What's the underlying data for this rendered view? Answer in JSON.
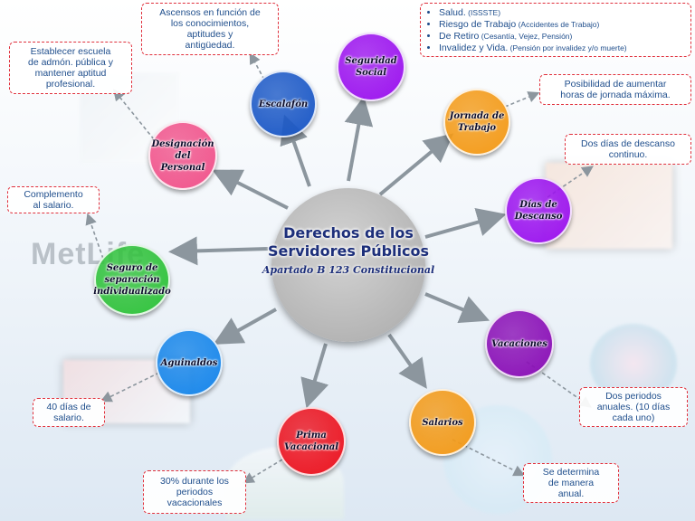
{
  "center": {
    "title": "Derechos de los\nServidores Públicos",
    "subtitle": "Apartado B 123 Constitucional"
  },
  "watermark": "MetLife",
  "nodes": [
    {
      "id": "seguridad-social",
      "label": "Seguridad\nSocial",
      "color": "#9b13ee"
    },
    {
      "id": "jornada-trabajo",
      "label": "Jornada de\nTrabajo",
      "color": "#f39a18"
    },
    {
      "id": "dias-descanso",
      "label": "Días de\nDescanso",
      "color": "#9b13ee"
    },
    {
      "id": "vacaciones",
      "label": "Vacaciones",
      "color": "#8a0fb6"
    },
    {
      "id": "salarios",
      "label": "Salarios",
      "color": "#f39a18"
    },
    {
      "id": "prima-vacacional",
      "label": "Prima\nVacacional",
      "color": "#ec1420"
    },
    {
      "id": "aguinaldos",
      "label": "Aguinaldos",
      "color": "#1786ea"
    },
    {
      "id": "seguro-separacion",
      "label": "Seguro de\nseparación\nindividualizado",
      "color": "#30c23b"
    },
    {
      "id": "designacion-personal",
      "label": "Designación\ndel Personal",
      "color": "#f0538b"
    },
    {
      "id": "escalafon",
      "label": "Escalafón",
      "color": "#1b58c6"
    }
  ],
  "notes": {
    "escalafon": "Ascensos en función de\nlos conocimientos,\naptitudes y\nantigüedad.",
    "designacion": "Establecer escuela\nde admón. pública y\nmantener aptitud\nprofesional.",
    "jornada": "Posibilidad de aumentar\nhoras de jornada máxima.",
    "descanso": "Dos días de descanso\ncontinuo.",
    "separacion": "Complemento\nal salario.",
    "aguinaldos": "40 días de\nsalario.",
    "vacaciones": "Dos periodos\nanuales. (10 días\ncada uno)",
    "prima": "30% durante los\nperiodos\nvacacionales",
    "salarios": "Se determina\nde manera\nanual."
  },
  "seguridad_list": [
    {
      "term": "Salud.",
      "detail": " (ISSSTE)"
    },
    {
      "term": "Riesgo de Trabajo",
      "detail": " (Accidentes de Trabajo)"
    },
    {
      "term": "De Retiro",
      "detail": " (Cesantía, Vejez, Pensión)"
    },
    {
      "term": "Invalidez y Vida.",
      "detail": " (Pensión por invalidez y/o muerte)"
    }
  ],
  "colors": {
    "arrow": "#8c969e",
    "note_border": "#e0303c",
    "note_text": "#1f4e8c",
    "title_text": "#1d2f7a"
  }
}
